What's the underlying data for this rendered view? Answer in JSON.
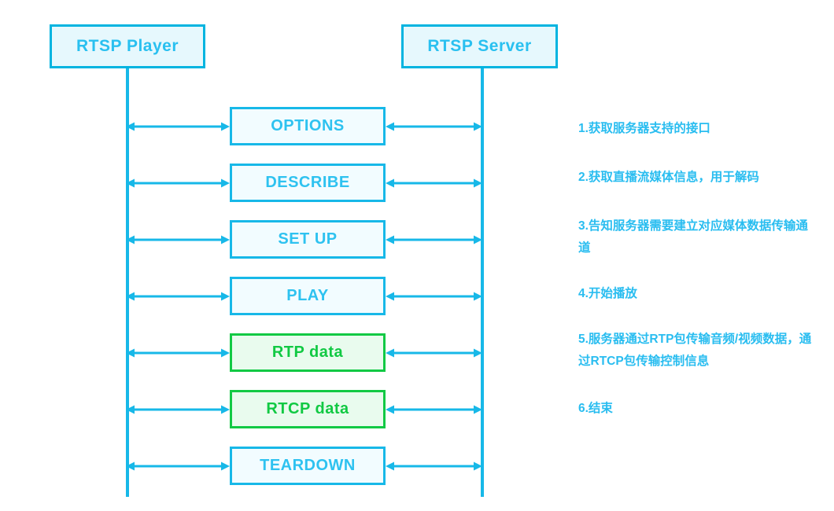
{
  "diagram": {
    "title": "RTSP Session Sequence Diagram",
    "background": "#ffffff",
    "colors": {
      "cyan_border": "#17b8e8",
      "cyan_fill": "#f2fcff",
      "cyan_text": "#2ec2f0",
      "green_border": "#12c944",
      "green_fill": "#e9fbee",
      "green_text": "#11c943",
      "actor_fill": "#e6f8fd",
      "note_text": "#29bdf0"
    }
  },
  "actors": [
    {
      "id": "player",
      "label": "RTSP Player"
    },
    {
      "id": "server",
      "label": "RTSP Server"
    }
  ],
  "messages": [
    {
      "index": 1,
      "label": "OPTIONS",
      "color": "cyan",
      "arrow": "bidirectional"
    },
    {
      "index": 2,
      "label": "DESCRIBE",
      "color": "cyan",
      "arrow": "bidirectional"
    },
    {
      "index": 3,
      "label": "SET UP",
      "color": "cyan",
      "arrow": "bidirectional"
    },
    {
      "index": 4,
      "label": "PLAY",
      "color": "cyan",
      "arrow": "bidirectional"
    },
    {
      "index": 5,
      "label": "RTP data",
      "color": "green",
      "arrow": "bidirectional"
    },
    {
      "index": 6,
      "label": "RTCP data",
      "color": "green",
      "arrow": "bidirectional"
    },
    {
      "index": 7,
      "label": "TEARDOWN",
      "color": "cyan",
      "arrow": "bidirectional"
    }
  ],
  "notes": [
    {
      "index": 1,
      "text": "1.获取服务器支持的接口"
    },
    {
      "index": 2,
      "text": "2.获取直播流媒体信息，用于解码"
    },
    {
      "index": 3,
      "text": "3.告知服务器需要建立对应媒体数据传输通道"
    },
    {
      "index": 4,
      "text": "4.开始播放"
    },
    {
      "index": 5,
      "text": "5.服务器通过RTP包传输音频/视频数据，通过RTCP包传输控制信息"
    },
    {
      "index": 6,
      "text": "6.结束"
    }
  ]
}
